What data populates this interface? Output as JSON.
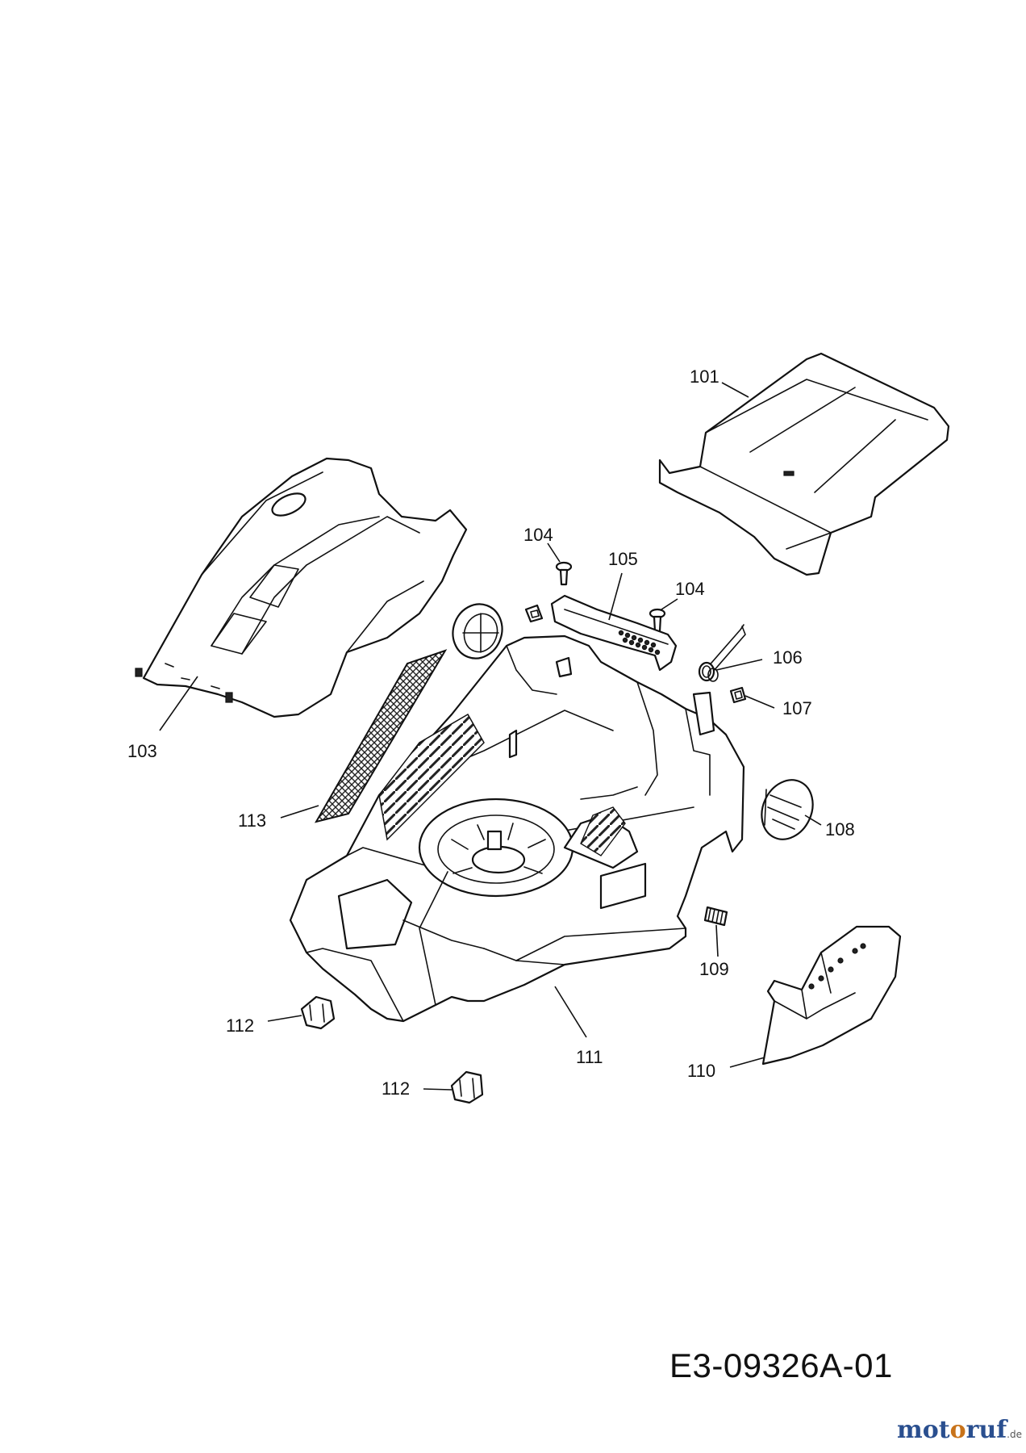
{
  "diagram": {
    "drawing_code": "E3-09326A-01",
    "watermark": {
      "part1": "mot",
      "part2": "o",
      "part3": "ruf",
      "suffix": ".de"
    },
    "callouts": [
      {
        "id": "c101",
        "label": "101"
      },
      {
        "id": "c103",
        "label": "103"
      },
      {
        "id": "c104a",
        "label": "104"
      },
      {
        "id": "c104b",
        "label": "104"
      },
      {
        "id": "c105",
        "label": "105"
      },
      {
        "id": "c106",
        "label": "106"
      },
      {
        "id": "c107",
        "label": "107"
      },
      {
        "id": "c108",
        "label": "108"
      },
      {
        "id": "c109",
        "label": "109"
      },
      {
        "id": "c110",
        "label": "110"
      },
      {
        "id": "c111",
        "label": "111"
      },
      {
        "id": "c112a",
        "label": "112"
      },
      {
        "id": "c112b",
        "label": "112"
      },
      {
        "id": "c113",
        "label": "113"
      }
    ]
  }
}
